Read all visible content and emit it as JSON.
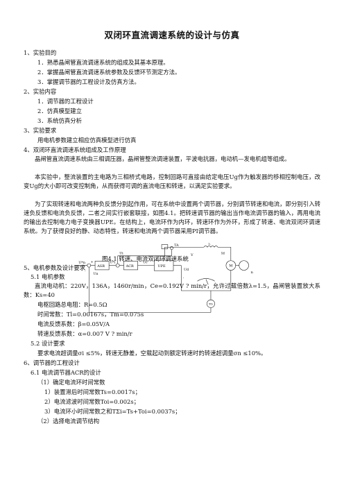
{
  "title": "双闭环直流调速系统的设计与仿真",
  "sections": {
    "s1": "1、实验目的",
    "s1_items": [
      "1．熟悉晶闸管直流调速系统的组成及其基本原理。",
      "2．掌握晶闸管直流调速系统参数及反馈环节测定方法。",
      "3．掌握调节器的工程设计及仿真方法。"
    ],
    "s2": "2、实验内容",
    "s2_items": [
      "1．调节器的工程设计",
      "2．仿真模型建立",
      "3．系统仿真分析"
    ],
    "s3": "3、实验要求",
    "s3_text": "用电机参数建立相应仿真模型进行仿真",
    "s4": "4、双闭环直流调速系统组成及工作原理",
    "p1": "晶闸管直流调速系统由三相调压器，晶闸管整流调速装置，平波电抗器，电动机—发电机组等组成。",
    "p2": "本实验中，整流装置的主电路为三相桥式电路，控制回路可直接由给定电压Ug作为触发器的移相控制电压，改变Ug的大小即可改变控制角，从而获得可调的直流电压和转速，以满足实验要求。",
    "p3": "为了实现转速和电流两种负反馈分别起作用，可在系统中设置两个调节器，分别调节转速和电流，即分别引入转速负反馈和电流负反馈，二者之间实行嵌套联接，如图4.1。把转速调节器的输出当作电流调节器的输入，再用电流的输出去控制电力电子变换器UPE。在结构上，电流环作为内环，转速环作为外环，形成了转速、电流双闭环调速系统。为了获得良好的静、动态特性，转速和电流两个调节器采用PI调节器。",
    "caption": "图4.1 转速、电流双闭环调速系统",
    "s5": "5、电机参数及设计要求",
    "s51": "5.1 电机参数",
    "motor_line": "直流电动机：220V，136A，1460r/min，Ce=0.192V ? min/r，允许过载倍数λ=1.5，晶闸管装置放大系数：Ks=40",
    "param_r": "电枢回路总电阻：R=0.5Ω",
    "param_t": "时间常数：Tl=0.00167s，Tm=0.075s",
    "param_beta": "电流反馈系数：β=0.05V/A",
    "param_alpha": "转速反馈系数：α=0.007 V ? min/r",
    "s52": "5.2 设计要求",
    "req": "要求电流超调量σi ≤5%，转速无静差，空载起动到额定转速时的转速超调量σn ≤10%。",
    "s6": "6、调节器的工程设计",
    "s61": "6.1 电流调节器ACR的设计",
    "s61_1": "（1）确定电流环时间常数",
    "s61_items": [
      "1）装置滞后时间常数Ts=0.0017s；",
      "2）电流滤波时间常数Toi=0.002s；",
      "3）电流环小时间常数之和TΣi=Ts+Toi=0.0037s；"
    ],
    "s61_2": "（2）选择电流调节结构"
  },
  "diagram": {
    "labels": {
      "ug": "U*n",
      "asr": "ASR",
      "ui_star": "U*i",
      "acr": "ACR",
      "uc": "Uc",
      "upe": "UPE",
      "ud": "Ud",
      "ui": "Ui",
      "tа": "TA",
      "v": "V",
      "l": "L",
      "id": "Id",
      "m": "M",
      "tg": "TG",
      "n": "n",
      "un": "Un",
      "plus1": "+",
      "minus1": "-",
      "plus2": "+",
      "minus2": "-"
    }
  }
}
